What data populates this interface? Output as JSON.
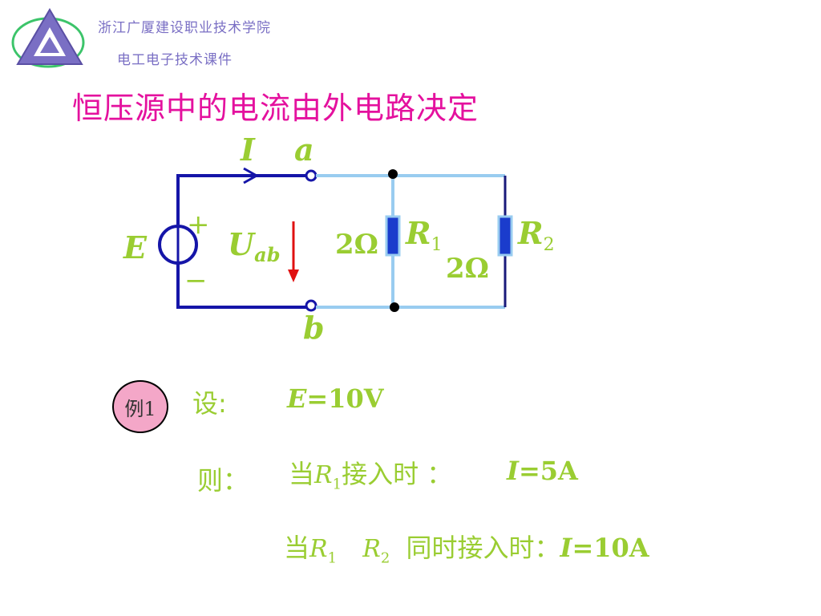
{
  "header": {
    "school": "浙江广厦建设职业技术学院",
    "course": "电工电子技术课件"
  },
  "title": "恒压源中的电流由外电路决定",
  "circuit": {
    "current_label": "I",
    "node_a": "a",
    "node_b": "b",
    "source_label": "E",
    "plus": "+",
    "minus": "−",
    "voltage_label": "U",
    "voltage_sub": "ab",
    "r1_label": "R",
    "r1_sub": "1",
    "r1_value": "2Ω",
    "r2_label": "R",
    "r2_sub": "2",
    "r2_value": "2Ω"
  },
  "example": {
    "badge": "例1",
    "given_label": "设:",
    "given_var": "E",
    "given_value": "=10V",
    "then_label": "则：",
    "case1_prefix": "当",
    "case1_r": "R",
    "case1_sub": "1",
    "case1_text": "接入时 ：",
    "case1_var": "I",
    "case1_value": "=5A",
    "case2_prefix": "当",
    "case2_r1": "R",
    "case2_r1_sub": "1",
    "case2_r2": "R",
    "case2_r2_sub": "2",
    "case2_text": "同时接入时：",
    "case2_var": "I",
    "case2_value": "=10A"
  },
  "colors": {
    "title": "#e4119e",
    "text": "#9acd32",
    "header": "#7a6fc4",
    "source_wire": "#1515a8",
    "wire": "#99ccf0",
    "resistor": "#1a3ccc",
    "arrow": "#e01010",
    "badge": "#f4a7c8"
  }
}
